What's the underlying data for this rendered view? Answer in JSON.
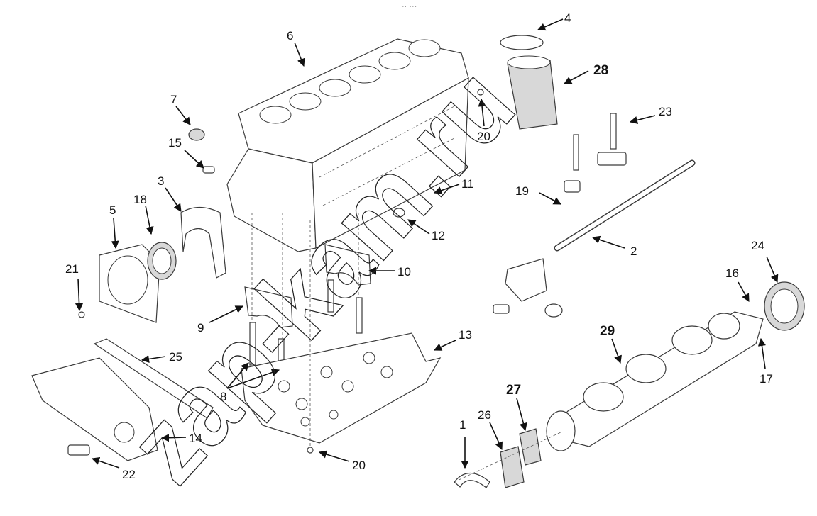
{
  "header_mark": "·· ···",
  "watermark": "zap-kam.ru",
  "callouts": [
    {
      "label": "1"
    },
    {
      "label": "2"
    },
    {
      "label": "3"
    },
    {
      "label": "4"
    },
    {
      "label": "5"
    },
    {
      "label": "6"
    },
    {
      "label": "7"
    },
    {
      "label": "8"
    },
    {
      "label": "9"
    },
    {
      "label": "10"
    },
    {
      "label": "11"
    },
    {
      "label": "12"
    },
    {
      "label": "13"
    },
    {
      "label": "14"
    },
    {
      "label": "15"
    },
    {
      "label": "16"
    },
    {
      "label": "17"
    },
    {
      "label": "18"
    },
    {
      "label": "19"
    },
    {
      "label": "20"
    },
    {
      "label": "20"
    },
    {
      "label": "21"
    },
    {
      "label": "22"
    },
    {
      "label": "23"
    },
    {
      "label": "24"
    },
    {
      "label": "25"
    },
    {
      "label": "26"
    },
    {
      "label": "27"
    },
    {
      "label": "28"
    },
    {
      "label": "29"
    }
  ],
  "colors": {
    "line": "#3a3a3a",
    "text": "#111111",
    "background": "#ffffff"
  }
}
